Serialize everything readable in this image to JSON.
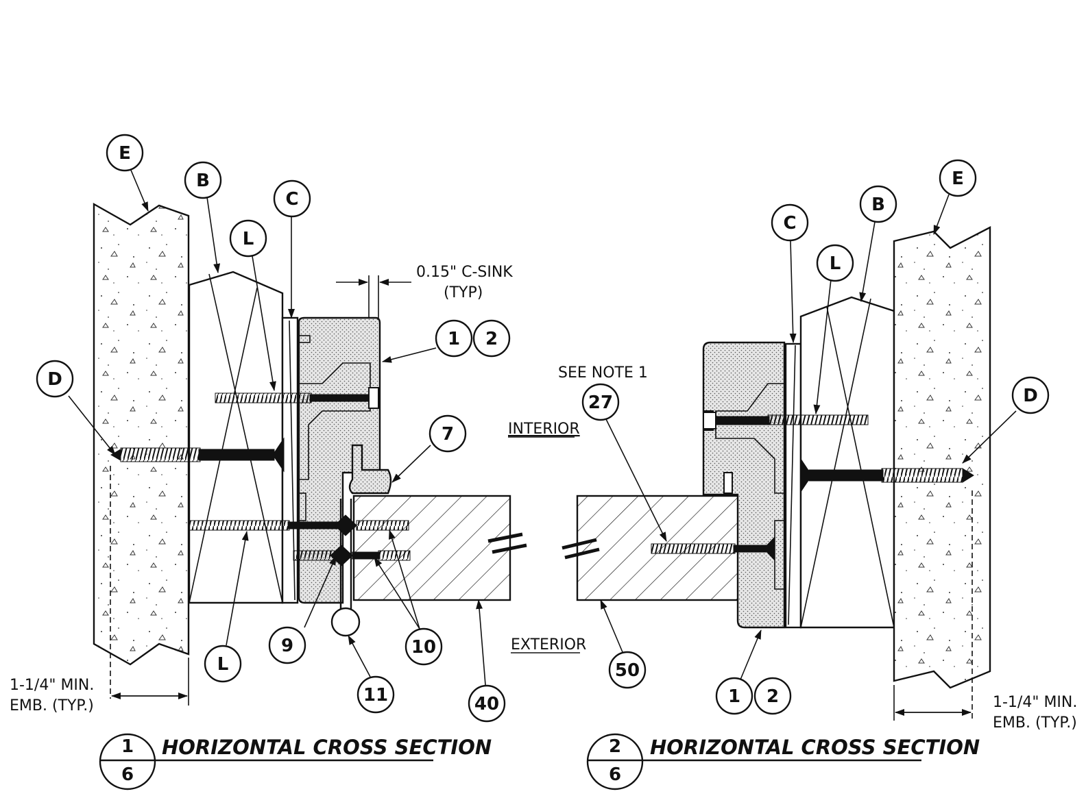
{
  "left_section": {
    "callouts": {
      "E": "E",
      "B": "B",
      "C": "C",
      "L_top": "L",
      "L_bottom": "L",
      "D": "D",
      "n1": "1",
      "n2": "2",
      "n7": "7",
      "n9": "9",
      "n10": "10",
      "n11": "11",
      "n40": "40"
    },
    "csink_note_1": "0.15\" C-SINK",
    "csink_note_2": "(TYP)",
    "emb_note_1": "1-1/4\" MIN.",
    "emb_note_2": "EMB. (TYP.)",
    "title": "HORIZONTAL CROSS SECTION",
    "detail_num": "1",
    "sheet_num": "6"
  },
  "center": {
    "interior_label": "INTERIOR",
    "exterior_label": "EXTERIOR",
    "see_note": "SEE NOTE 1",
    "n27": "27",
    "n50": "50"
  },
  "right_section": {
    "callouts": {
      "E": "E",
      "B": "B",
      "C": "C",
      "L": "L",
      "D": "D",
      "n1": "1",
      "n2": "2"
    },
    "emb_note_1": "1-1/4\" MIN.",
    "emb_note_2": "EMB. (TYP.)",
    "title": "HORIZONTAL CROSS SECTION",
    "detail_num": "2",
    "sheet_num": "6"
  },
  "icons": [
    "screw-icon",
    "concrete-fill",
    "stipple-fill",
    "diagonal-hatch",
    "break-symbol",
    "leader-arrow"
  ]
}
